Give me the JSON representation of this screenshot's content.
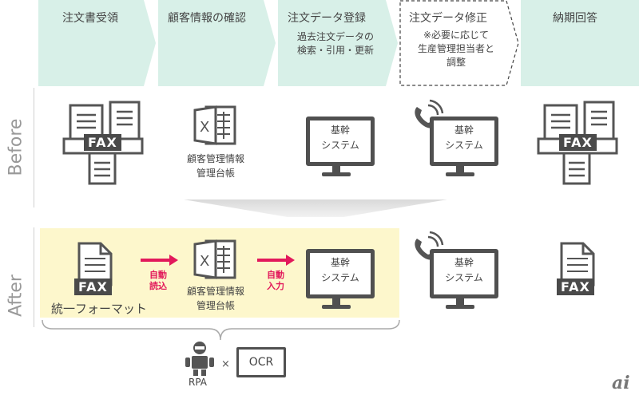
{
  "steps": [
    {
      "title": "注文書受領"
    },
    {
      "title": "顧客情報の確認"
    },
    {
      "title": "注文データ登録",
      "sub": [
        "過去注文データの",
        "検索・引用・更新"
      ]
    },
    {
      "title": "注文データ修正",
      "sub": [
        "※必要に応じて",
        "生産管理担当者と",
        "調整"
      ]
    },
    {
      "title": "納期回答"
    }
  ],
  "rows": {
    "before": "Before",
    "after": "After"
  },
  "labels": {
    "fax": "FAX",
    "excel_letter": "X",
    "customer_ledger": [
      "顧客管理情報",
      "管理台帳"
    ],
    "system": [
      "基幹",
      "システム"
    ],
    "unified_format": "統一フォーマット",
    "auto_read": [
      "自動",
      "読込"
    ],
    "auto_input": [
      "自動",
      "入力"
    ],
    "rpa": "RPA",
    "times": "×",
    "ocr": "OCR"
  },
  "logo": "ai",
  "colors": {
    "header": "#d8f0e8",
    "accent": "#e2195b",
    "after_highlight": "#fdf7cc",
    "icon": "#505050"
  }
}
